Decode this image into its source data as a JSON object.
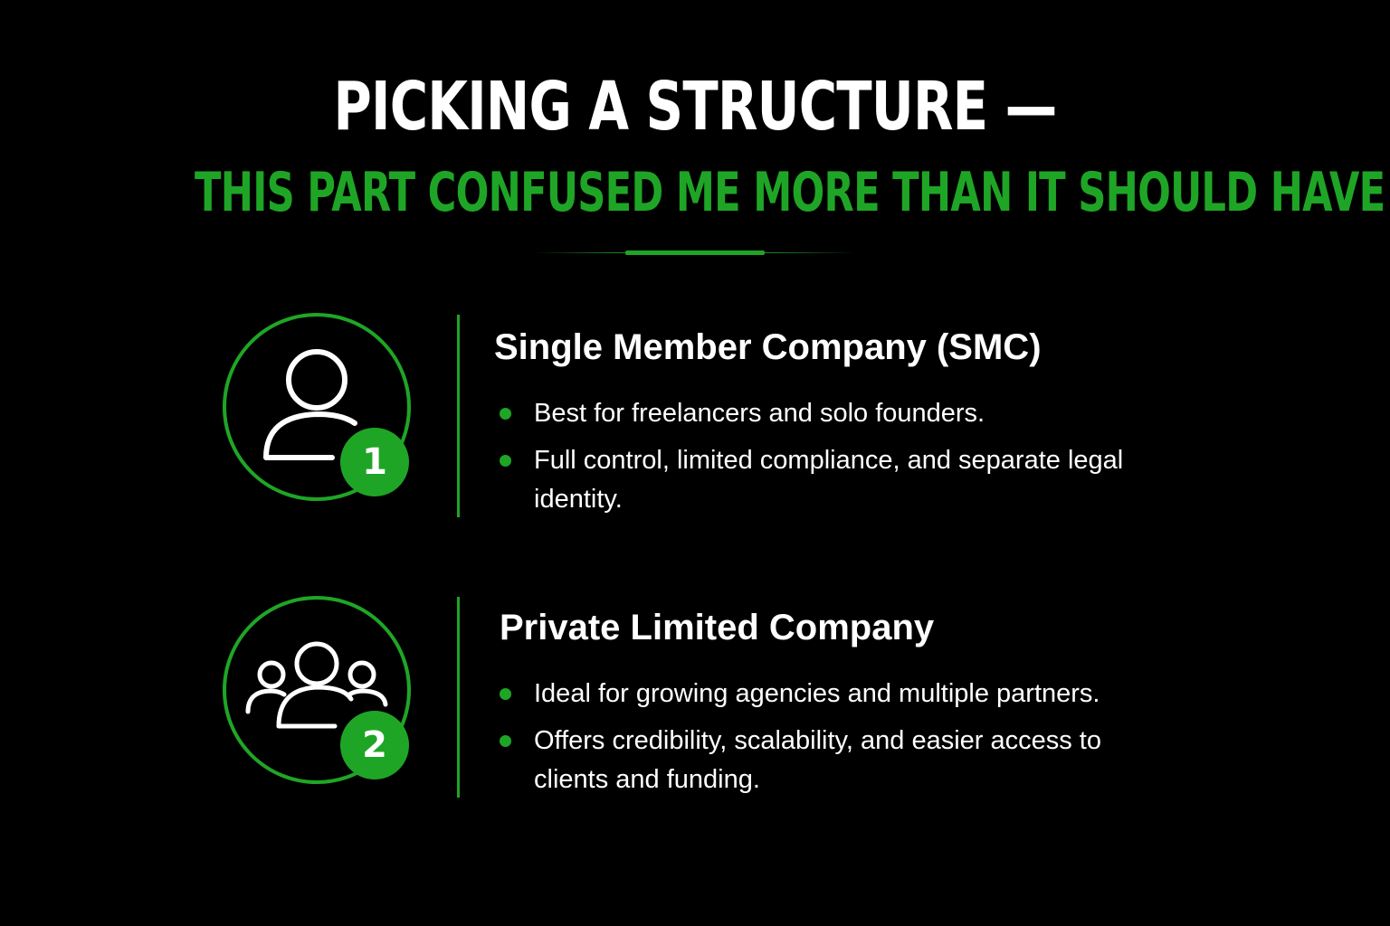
{
  "header": {
    "title": "PICKING A STRUCTURE —",
    "subtitle": "THIS PART CONFUSED ME MORE THAN IT SHOULD HAVE"
  },
  "colors": {
    "accent": "#1fa526",
    "background": "#000000",
    "text": "#ffffff"
  },
  "items": [
    {
      "icon": "single-person-icon",
      "badge": "1",
      "heading": "Single Member Company (SMC)",
      "bullets": [
        "Best for freelancers and solo founders.",
        "Full control, limited compliance, and separate legal identity."
      ]
    },
    {
      "icon": "group-people-icon",
      "badge": "2",
      "heading": "Private Limited Company",
      "bullets": [
        "Ideal for growing agencies and multiple partners.",
        "Offers credibility, scalability, and easier access to clients and funding."
      ]
    }
  ]
}
